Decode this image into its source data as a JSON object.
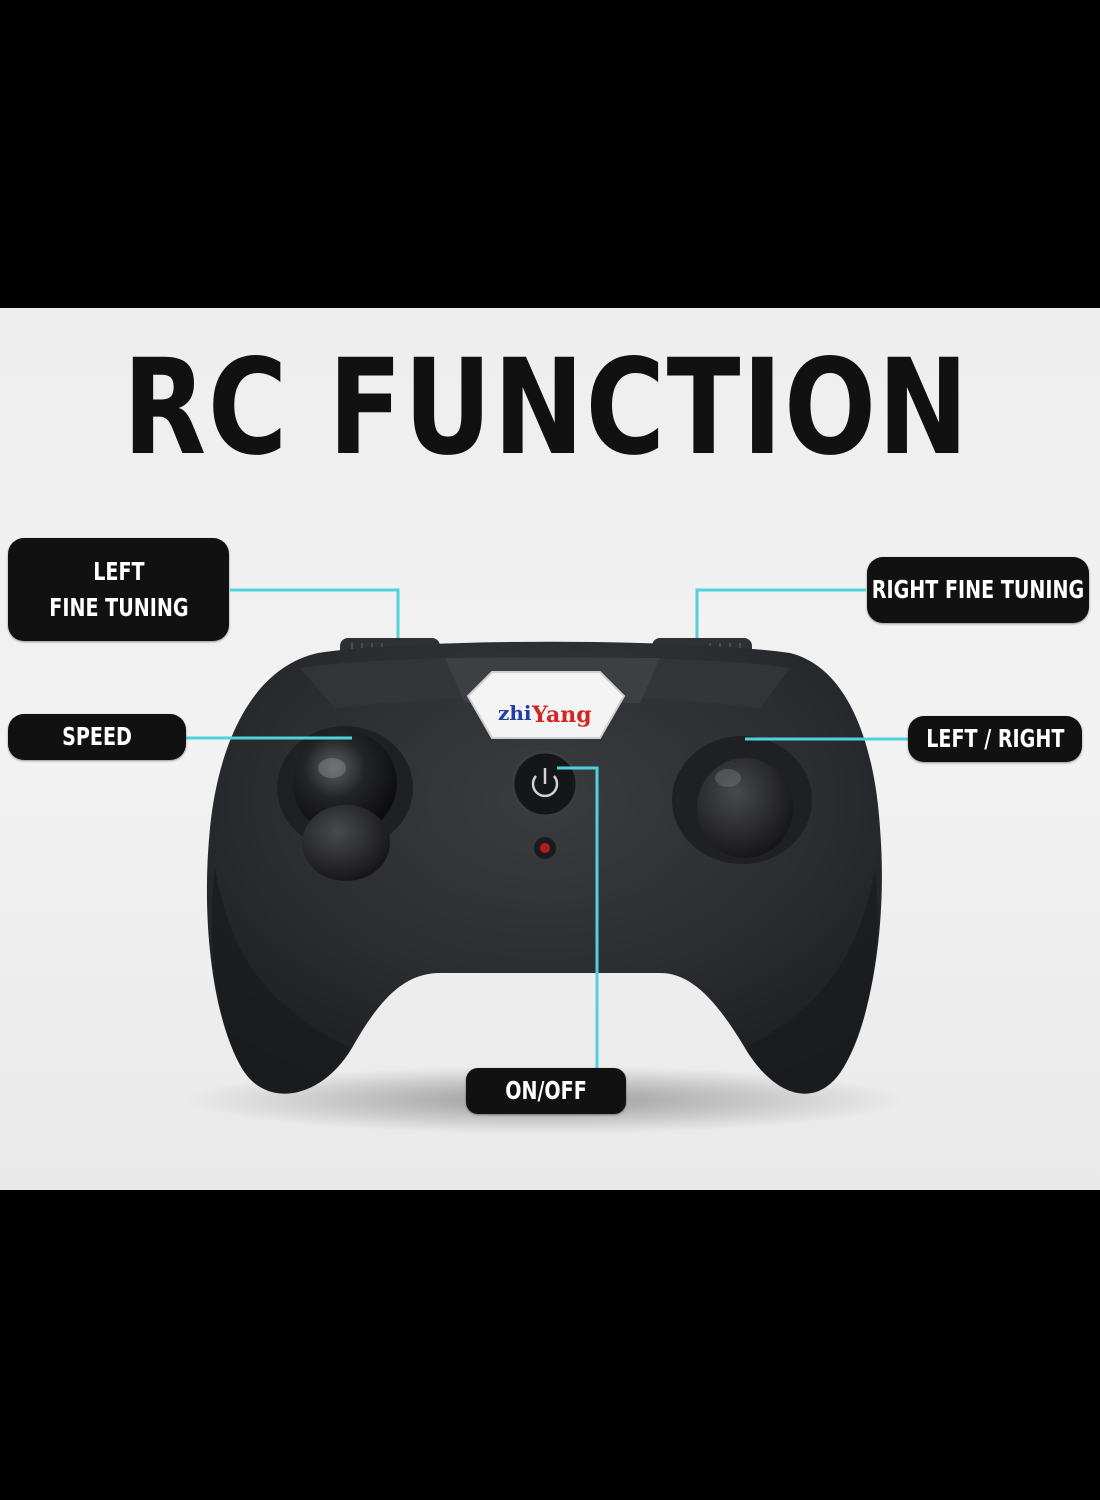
{
  "title": "RC FUNCTION",
  "logo": {
    "text_left": "zhi",
    "text_right": "Yang"
  },
  "labels": {
    "left_fine_tuning": [
      "LEFT",
      "FINE TUNING"
    ],
    "right_fine_tuning": "RIGHT FINE TUNING",
    "speed": "SPEED",
    "left_right": "LEFT / RIGHT",
    "on_off": "ON/OFF"
  },
  "colors": {
    "background": "#000000",
    "panel": "#eeeeee",
    "callout_line": "#4fd2dc",
    "label_bg": "#111111",
    "label_text": "#ffffff",
    "controller": "#2b2d30",
    "logo_red": "#d42424",
    "logo_blue": "#1f3ea6"
  },
  "icons": [
    "power-icon",
    "led-indicator-icon"
  ]
}
